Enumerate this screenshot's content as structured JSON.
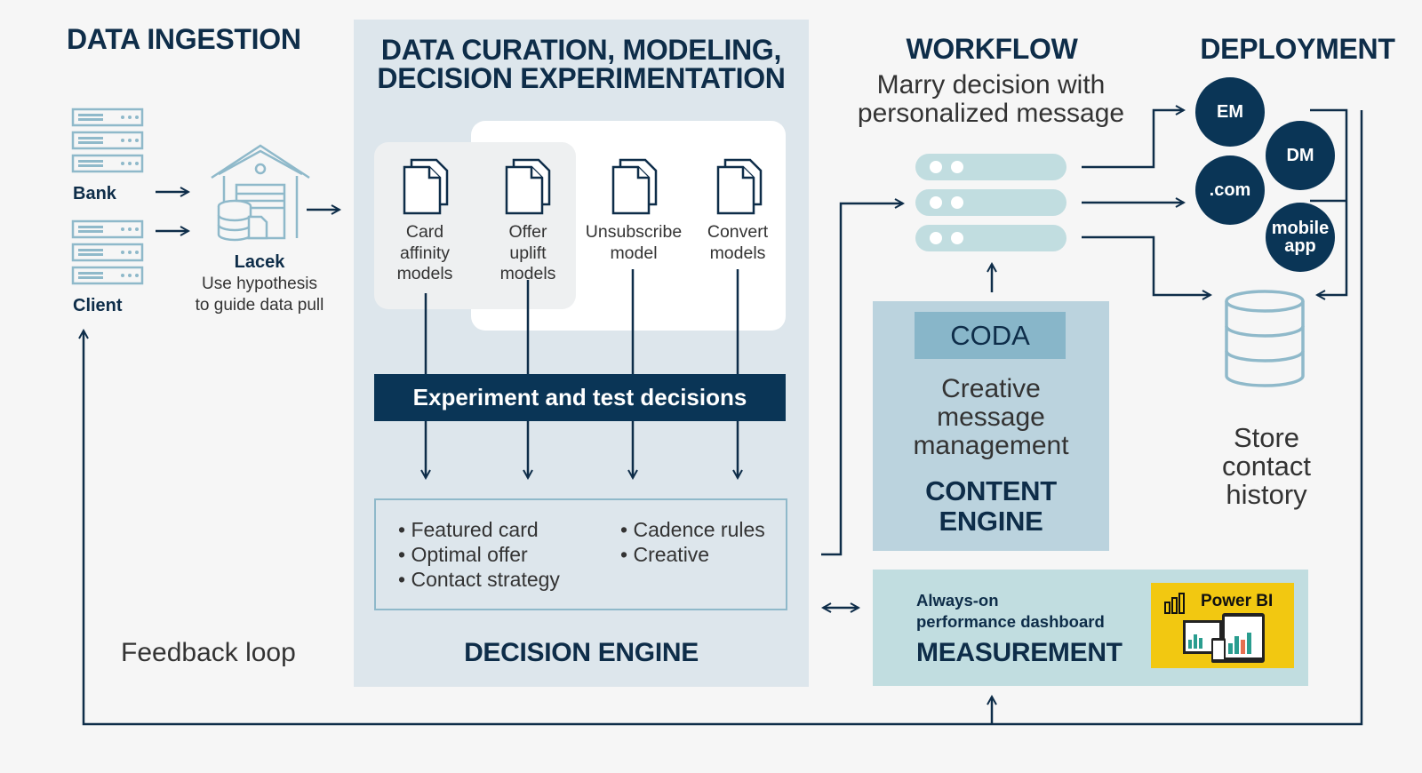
{
  "data_ingestion": {
    "title": "DATA INGESTION",
    "sources": [
      "Bank",
      "Client"
    ],
    "lacek": {
      "name": "Lacek",
      "desc_line1": "Use hypothesis",
      "desc_line2": "to guide data pull"
    }
  },
  "curation": {
    "title_line1": "DATA CURATION, MODELING,",
    "title_line2": "DECISION EXPERIMENTATION",
    "models": [
      {
        "lines": [
          "Card",
          "affinity",
          "models"
        ]
      },
      {
        "lines": [
          "Offer",
          "uplift",
          "models"
        ]
      },
      {
        "lines": [
          "Unsubscribe",
          "model"
        ]
      },
      {
        "lines": [
          "Convert",
          "models"
        ]
      }
    ],
    "experiment_label": "Experiment and test decisions",
    "decisions_left": [
      "Featured card",
      "Optimal offer",
      "Contact strategy"
    ],
    "decisions_right": [
      "Cadence rules",
      "Creative"
    ],
    "engine_label": "DECISION ENGINE"
  },
  "workflow": {
    "title": "WORKFLOW",
    "subtitle_line1": "Marry decision with",
    "subtitle_line2": "personalized message"
  },
  "content_engine": {
    "coda": "CODA",
    "desc_lines": [
      "Creative",
      "message",
      "management"
    ],
    "title_line1": "CONTENT",
    "title_line2": "ENGINE"
  },
  "measurement": {
    "desc_line1": "Always-on",
    "desc_line2": "performance dashboard",
    "title": "MEASUREMENT",
    "powerbi_label": "Power BI"
  },
  "deployment": {
    "title": "DEPLOYMENT",
    "channels": [
      "EM",
      "DM",
      ".com",
      "mobile app"
    ],
    "store_lines": [
      "Store",
      "contact",
      "history"
    ]
  },
  "feedback_label": "Feedback loop",
  "colors": {
    "navy": "#0a3556",
    "light_panel": "#dde6ec",
    "content_panel": "#bbd3de",
    "measure_panel": "#c1dde0",
    "icon_blue": "#8fb9ca",
    "powerbi_yellow": "#f2c811"
  }
}
